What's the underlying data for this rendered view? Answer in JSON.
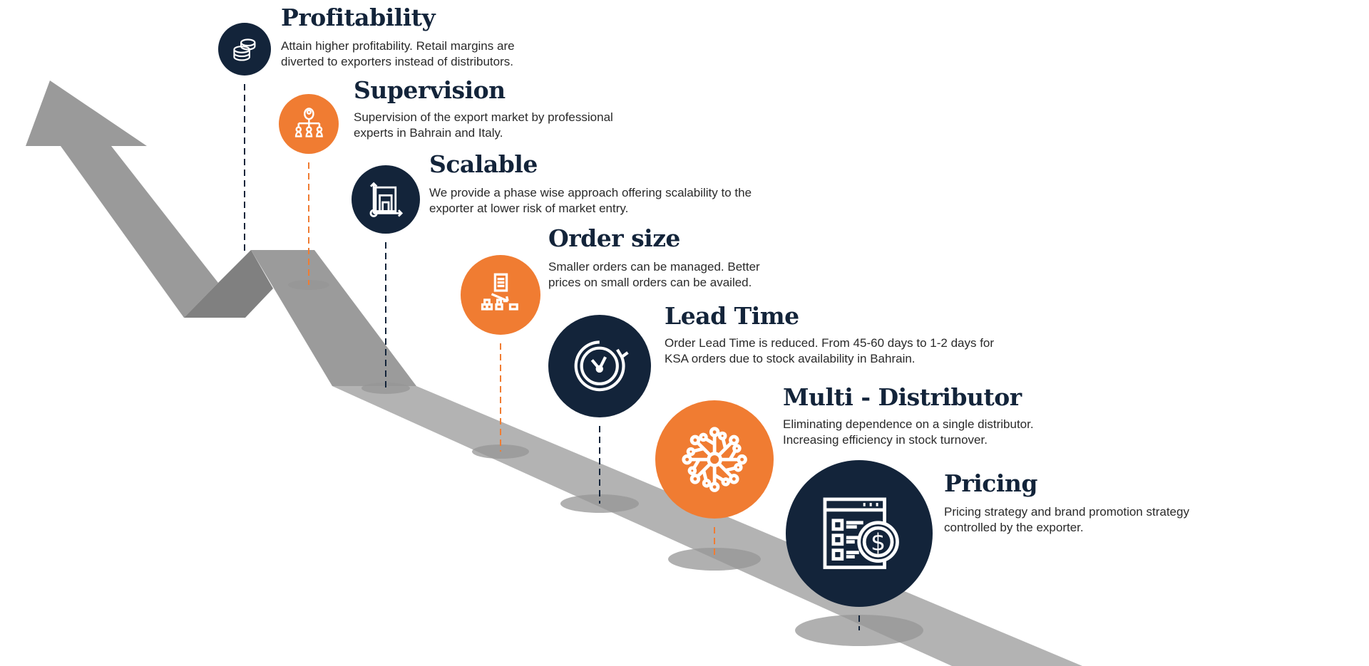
{
  "colors": {
    "navy": "#13243a",
    "orange": "#f07c32",
    "arrow": "#9a9a9a",
    "arrow_dark": "#808080",
    "floor": "#b3b3b3",
    "shadow": "#959595"
  },
  "items": [
    {
      "id": "profitability",
      "title": "Profitability",
      "lines": [
        "Attain higher profitability. Retail margins are",
        "diverted to exporters instead of distributors."
      ],
      "icon": "coins-icon",
      "color": "navy"
    },
    {
      "id": "supervision",
      "title": "Supervision",
      "lines": [
        "Supervision of the export market by professional",
        "experts in Bahrain and Italy."
      ],
      "icon": "hierarchy-icon",
      "color": "orange"
    },
    {
      "id": "scalable",
      "title": "Scalable",
      "lines": [
        "We provide a phase wise approach offering scalability to the",
        "exporter at lower risk of market entry."
      ],
      "icon": "scale-chart-icon",
      "color": "navy"
    },
    {
      "id": "order-size",
      "title": "Order size",
      "lines": [
        "Smaller orders can be managed. Better",
        "prices on small orders can be availed."
      ],
      "icon": "order-boxes-icon",
      "color": "orange"
    },
    {
      "id": "lead-time",
      "title": "Lead Time",
      "lines": [
        "Order Lead Time is reduced. From 45-60 days to 1-2 days for",
        "KSA orders due to stock availability in Bahrain."
      ],
      "icon": "clock-icon",
      "color": "navy"
    },
    {
      "id": "multi-distributor",
      "title": "Multi - Distributor",
      "lines": [
        "Eliminating dependence on a single distributor.",
        "Increasing efficiency in stock turnover."
      ],
      "icon": "network-icon",
      "color": "orange"
    },
    {
      "id": "pricing",
      "title": "Pricing",
      "lines": [
        "Pricing strategy and brand promotion strategy",
        "controlled by the exporter."
      ],
      "icon": "price-list-icon",
      "color": "navy"
    }
  ]
}
